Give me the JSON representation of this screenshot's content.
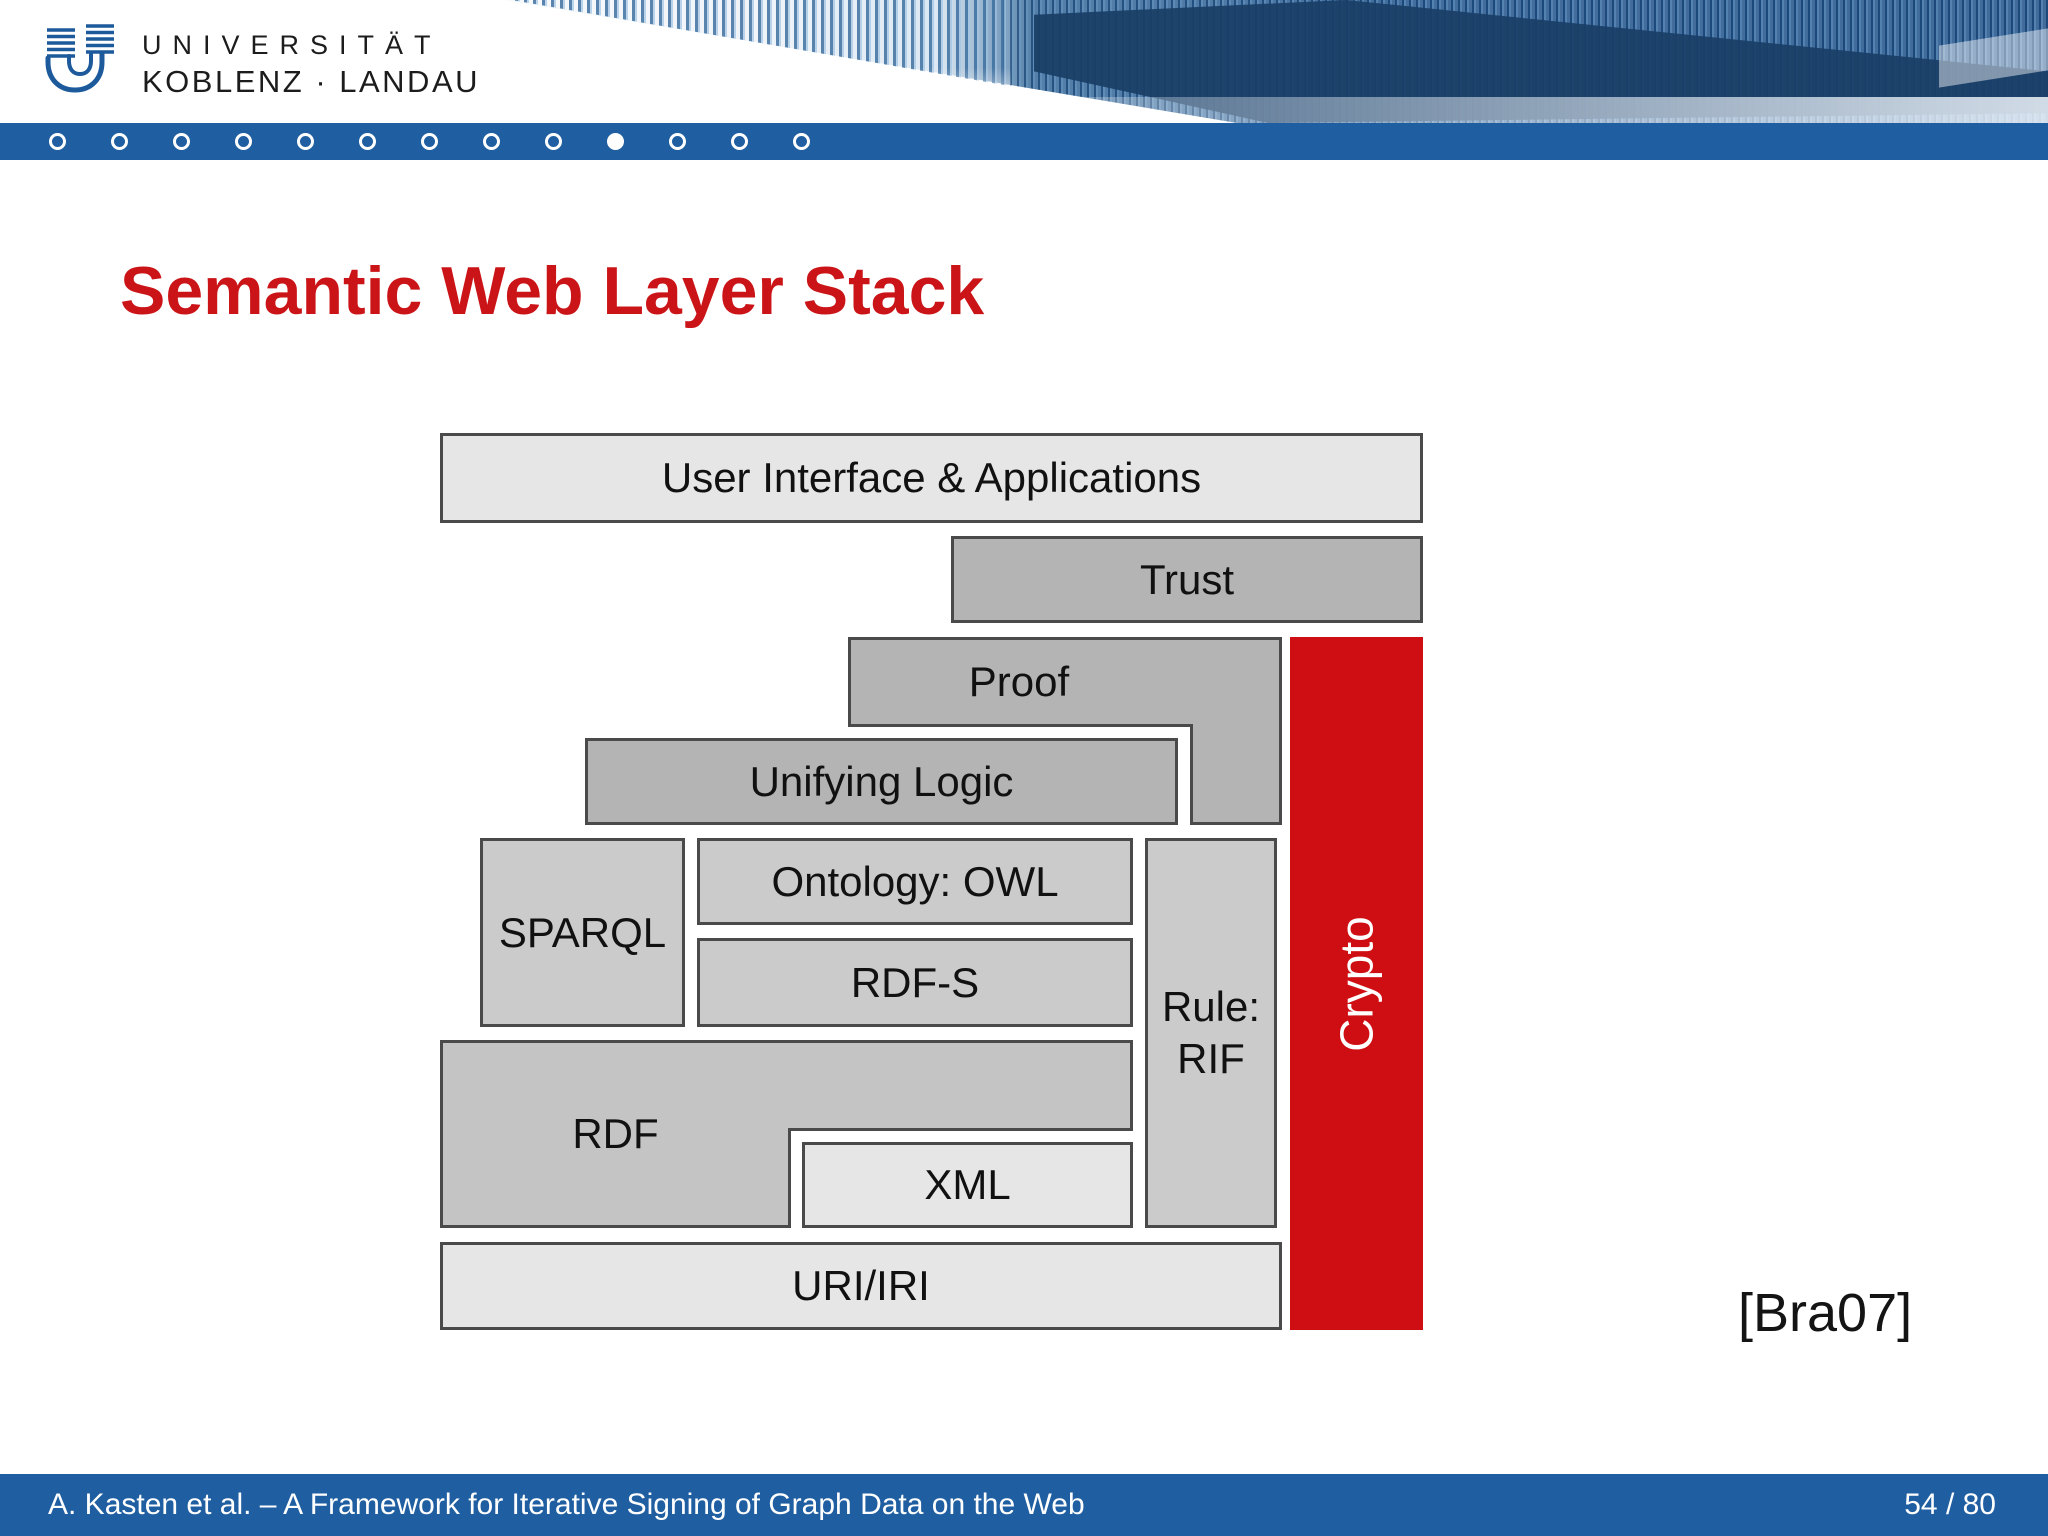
{
  "title": "Semantic Web Layer Stack",
  "citation": "[Bra07]",
  "header": {
    "logo": {
      "line1": "UNIVERSITÄT",
      "line2": "KOBLENZ · LANDAU"
    },
    "nav_dots": {
      "count": 13,
      "active_index": 9
    }
  },
  "diagram": {
    "boxes": {
      "ui_apps": {
        "label": "User Interface & Applications"
      },
      "trust": {
        "label": "Trust"
      },
      "proof": {
        "label": "Proof"
      },
      "unifying_logic": {
        "label": "Unifying Logic"
      },
      "sparql": {
        "label": "SPARQL"
      },
      "ontology_owl": {
        "label": "Ontology: OWL"
      },
      "rdfs": {
        "label": "RDF-S"
      },
      "rule_rif": {
        "line1": "Rule:",
        "line2": "RIF"
      },
      "crypto": {
        "label": "Crypto"
      },
      "rdf": {
        "label": "RDF"
      },
      "xml": {
        "label": "XML"
      },
      "uri_iri": {
        "label": "URI/IRI"
      }
    }
  },
  "footer": {
    "left": "A. Kasten et al. – A Framework for Iterative Signing of Graph Data on the Web",
    "page": "54 / 80"
  },
  "colors": {
    "accent_blue": "#1f5ea1",
    "title_red": "#cb1417",
    "crypto_red": "#cf0e13",
    "box_light": "#e6e6e6",
    "box_mid": "#cbcbcb",
    "box_dark": "#b4b4b4",
    "box_rdf": "#c4c4c4",
    "box_border": "#4a4a4a"
  }
}
